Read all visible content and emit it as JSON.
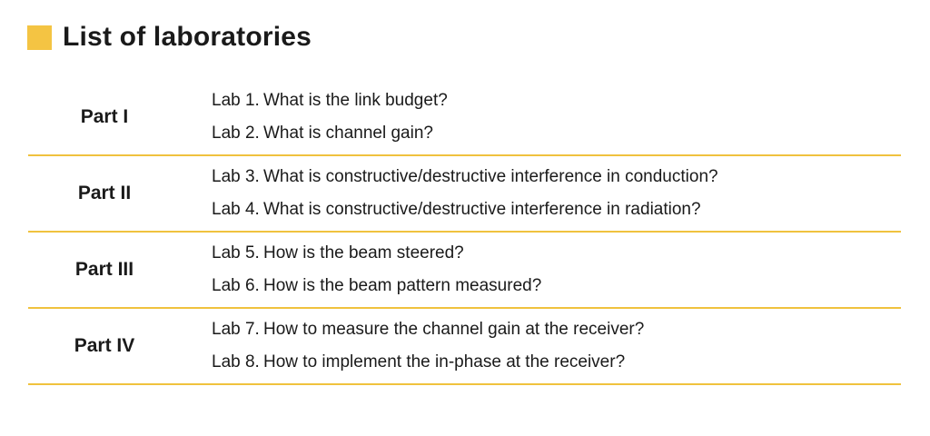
{
  "header": {
    "title": "List of laboratories",
    "accent_color": "#F4C443"
  },
  "table": {
    "divider_color": "#F0C23E",
    "rows": [
      {
        "part": "Part I",
        "labs": [
          {
            "label": "Lab 1.",
            "question": "What is the link budget?"
          },
          {
            "label": "Lab 2.",
            "question": "What is channel gain?"
          }
        ]
      },
      {
        "part": "Part II",
        "labs": [
          {
            "label": "Lab 3.",
            "question": "What is constructive/destructive interference in conduction?"
          },
          {
            "label": "Lab 4.",
            "question": "What is constructive/destructive interference in radiation?"
          }
        ]
      },
      {
        "part": "Part III",
        "labs": [
          {
            "label": "Lab 5.",
            "question": "How is the beam steered?"
          },
          {
            "label": "Lab 6.",
            "question": "How is the beam pattern measured?"
          }
        ]
      },
      {
        "part": "Part IV",
        "labs": [
          {
            "label": "Lab 7.",
            "question": "How to measure the channel gain at the receiver?"
          },
          {
            "label": "Lab 8.",
            "question": "How to implement the in-phase at the receiver?"
          }
        ]
      }
    ]
  }
}
